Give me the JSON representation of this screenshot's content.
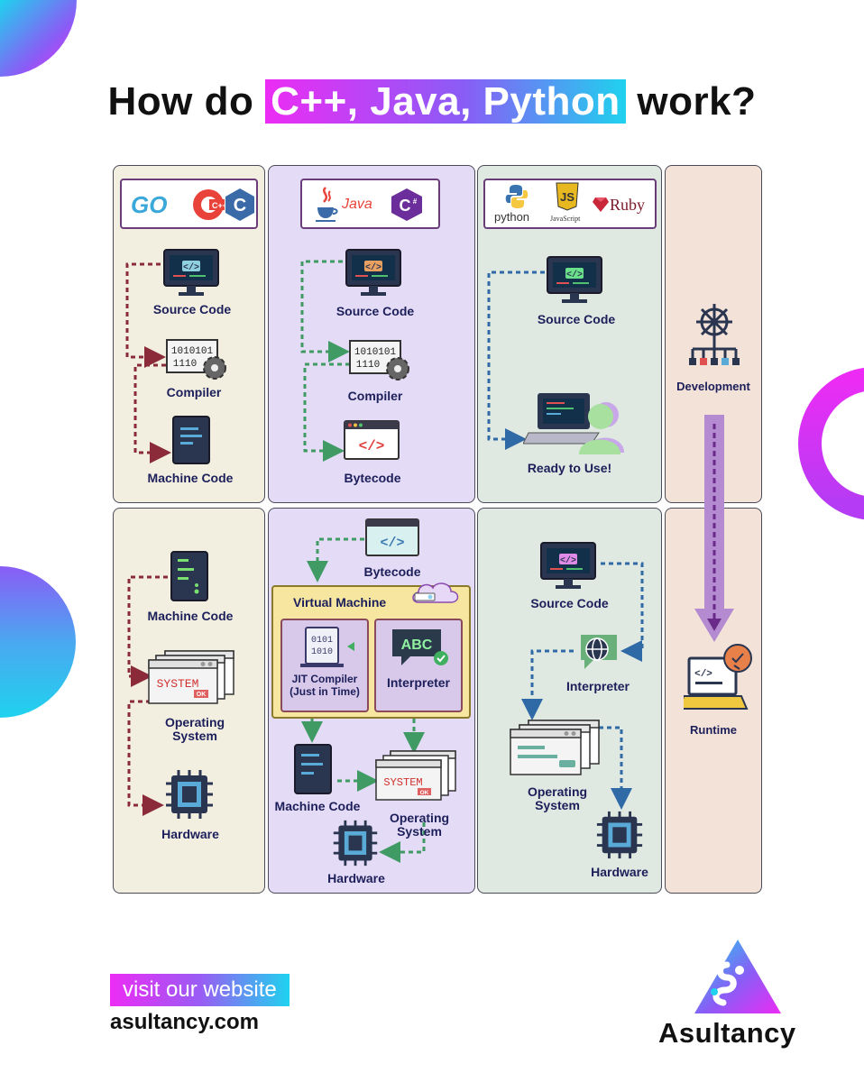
{
  "title": {
    "prefix": "How do ",
    "highlight": "C++, Java, Python",
    "suffix": " work?"
  },
  "columns": {
    "compiled": {
      "logos": [
        "GO",
        "C++",
        "C"
      ],
      "top": [
        "Source Code",
        "Compiler",
        "Machine Code"
      ],
      "bottom": [
        "Machine Code",
        "Operating System",
        "Hardware"
      ],
      "accent": "#8b2b3a"
    },
    "vm": {
      "logos": [
        "Java",
        "C#"
      ],
      "top": [
        "Source Code",
        "Compiler",
        "Bytecode"
      ],
      "bottom": {
        "bytecode": "Bytecode",
        "vm_title": "Virtual Machine",
        "jit": "JIT Compiler",
        "jit_sub": "(Just in Time)",
        "interpreter": "Interpreter",
        "abc": "ABC",
        "machine_code": "Machine Code",
        "os": "Operating System",
        "hardware": "Hardware"
      },
      "accent": "#3f9b63"
    },
    "interpreted": {
      "logos": [
        "python",
        "JS",
        "JavaScript",
        "Ruby"
      ],
      "top": [
        "Source Code",
        "Ready to Use!"
      ],
      "bottom": [
        "Source Code",
        "Interpreter",
        "Operating System",
        "Hardware"
      ],
      "accent": "#2f6aa6"
    },
    "timeline": {
      "development": "Development",
      "runtime": "Runtime",
      "accent": "#6a2a8a"
    }
  },
  "system_text": "SYSTEM",
  "ok_text": "OK",
  "binary": [
    "1010101",
    "1110"
  ],
  "footer": {
    "visit": "visit our website",
    "site": "asultancy.com",
    "brand": "Asultancy"
  },
  "colors": {
    "magenta": "#ec2cf5",
    "cyan": "#1fd2ee",
    "violet": "#8a5cf6",
    "navy": "#1c1f5a"
  }
}
